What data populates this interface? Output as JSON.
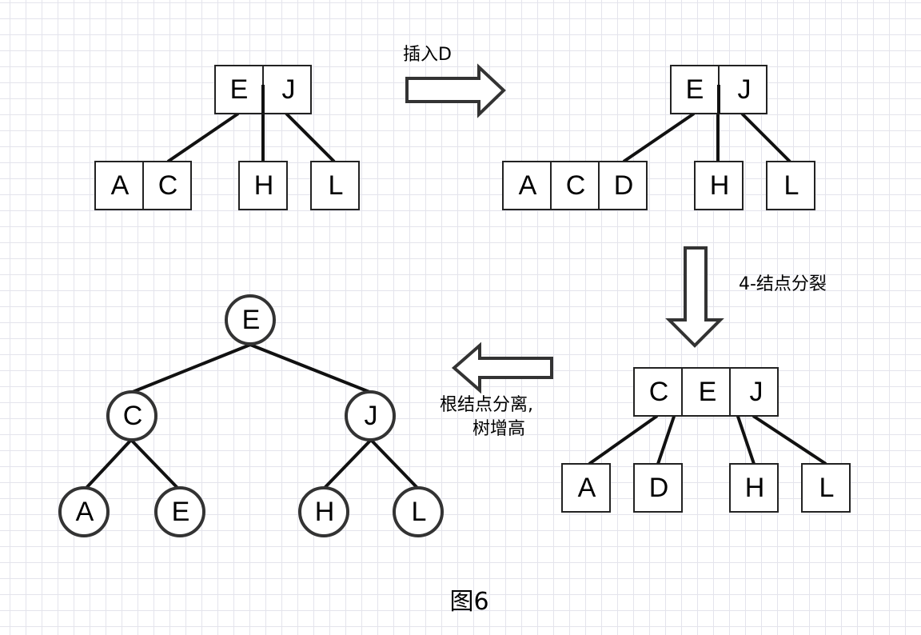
{
  "diagram": {
    "tree1": {
      "root": [
        "E",
        "J"
      ],
      "children": [
        [
          "A",
          "C"
        ],
        [
          "H"
        ],
        [
          "L"
        ]
      ]
    },
    "arrow1_label": "插入D",
    "tree2": {
      "root": [
        "E",
        "J"
      ],
      "children": [
        [
          "A",
          "C",
          "D"
        ],
        [
          "H"
        ],
        [
          "L"
        ]
      ]
    },
    "arrow2_label": "4-结点分裂",
    "tree3": {
      "root": [
        "C",
        "E",
        "J"
      ],
      "children": [
        [
          "A"
        ],
        [
          "D"
        ],
        [
          "H"
        ],
        [
          "L"
        ]
      ]
    },
    "arrow3_label_line1": "根结点分离,",
    "arrow3_label_line2": "树增高",
    "tree4": {
      "root": "E",
      "level1": [
        "C",
        "J"
      ],
      "level2": [
        "A",
        "E",
        "H",
        "L"
      ]
    },
    "figure_title": "图6"
  }
}
